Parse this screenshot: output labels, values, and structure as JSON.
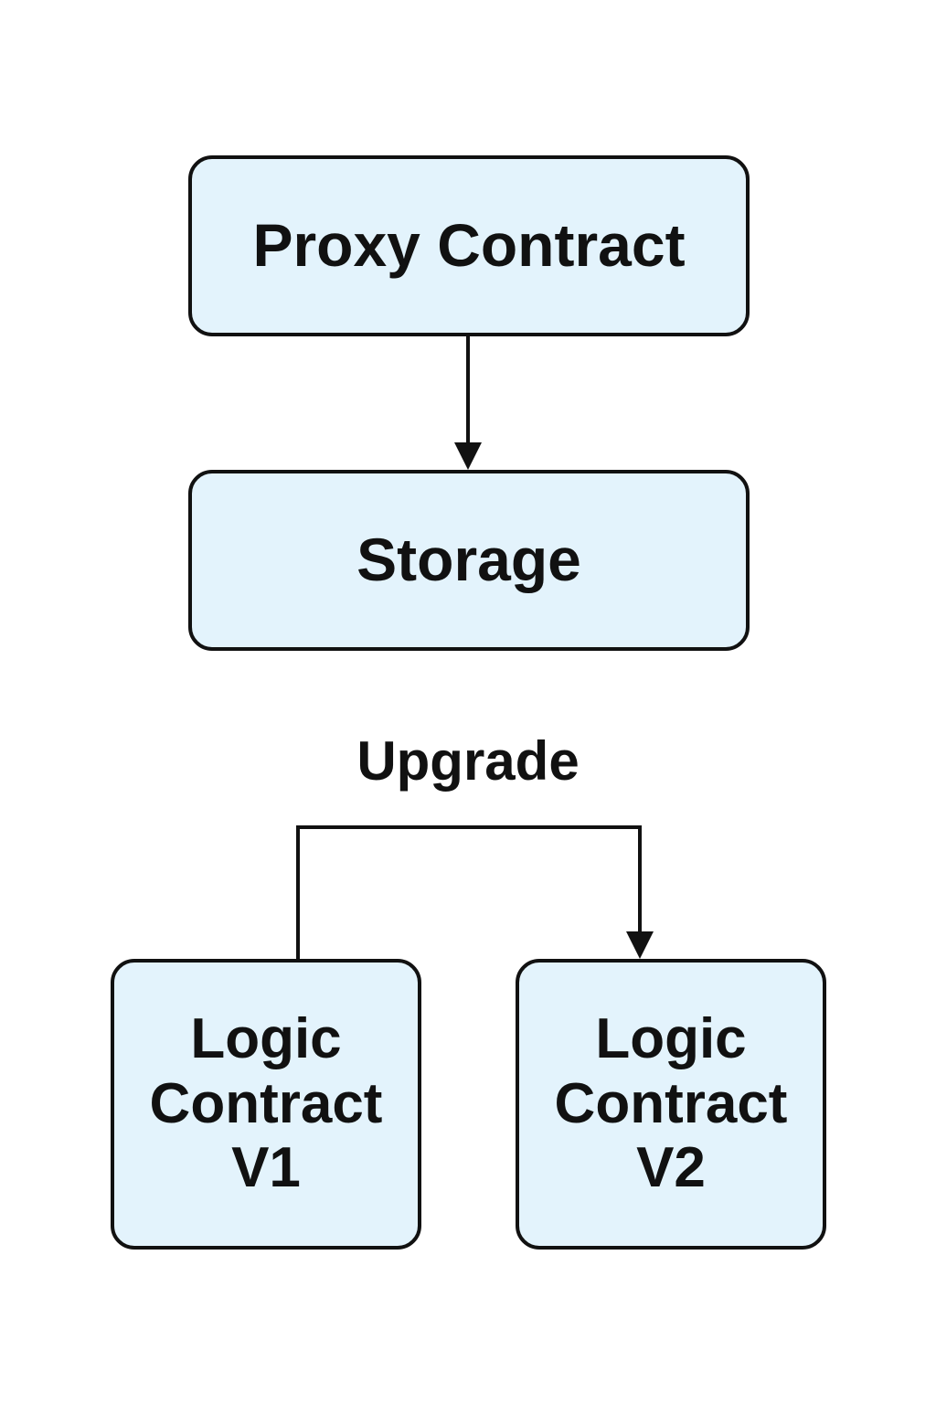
{
  "nodes": {
    "proxy": {
      "label": "Proxy Contract"
    },
    "storage": {
      "label": "Storage"
    },
    "logic_v1": {
      "label": "Logic\nContract\nV1"
    },
    "logic_v2": {
      "label": "Logic\nContract\nV2"
    }
  },
  "edges": {
    "upgrade_label": "Upgrade"
  },
  "colors": {
    "box_fill": "#e3f3fc",
    "stroke": "#111111",
    "text": "#111111"
  }
}
